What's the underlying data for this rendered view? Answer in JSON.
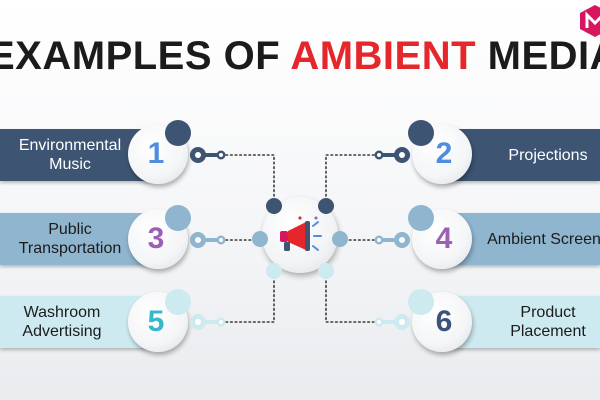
{
  "title": {
    "part1": "EXAMPLES OF ",
    "highlight": "AMBIENT",
    "part2": " MEDIA"
  },
  "colors": {
    "dark_navy": "#3d5473",
    "mid_blue": "#8fb5cf",
    "light_cyan": "#cdeaf0",
    "accent_red": "#e5262b",
    "num_blue": "#4f8de0",
    "num_purple": "#9b5fb4",
    "num_cyan": "#35b8c9",
    "num_navy": "#3b5379"
  },
  "items": [
    {
      "number": "1",
      "line1": "Environmental",
      "line2": "Music"
    },
    {
      "number": "2",
      "line1": "Projections",
      "line2": ""
    },
    {
      "number": "3",
      "line1": "Public",
      "line2": "Transportation"
    },
    {
      "number": "4",
      "line1": "Ambient Screens",
      "line2": ""
    },
    {
      "number": "5",
      "line1": "Washroom",
      "line2": "Advertising"
    },
    {
      "number": "6",
      "line1": "Product",
      "line2": "Placement"
    }
  ],
  "center_icon": "megaphone-icon",
  "logo_icon": "brand-logo-icon"
}
